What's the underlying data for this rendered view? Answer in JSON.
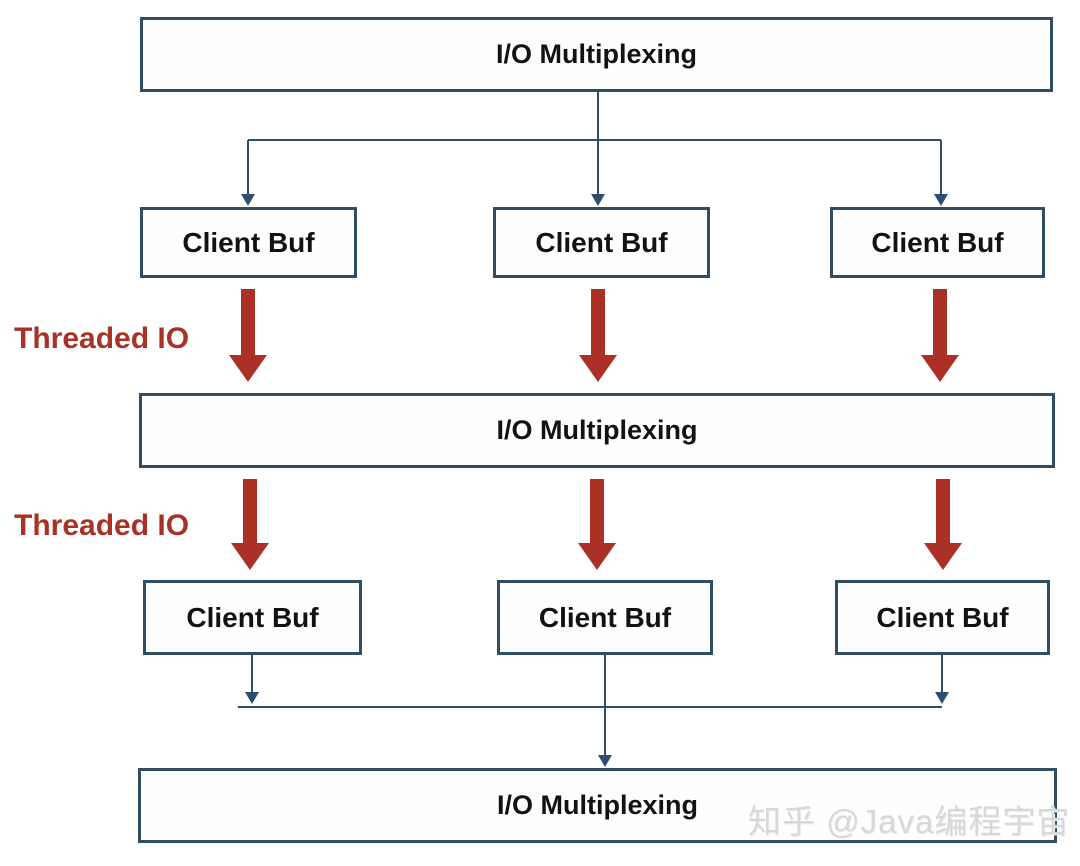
{
  "diagram": {
    "top_box": {
      "label": "I/O Multiplexing"
    },
    "row1_boxes": [
      {
        "label": "Client Buf"
      },
      {
        "label": "Client Buf"
      },
      {
        "label": "Client Buf"
      }
    ],
    "threaded_io_labels": [
      "Threaded IO",
      "Threaded IO"
    ],
    "middle_box": {
      "label": "I/O Multiplexing"
    },
    "row2_boxes": [
      {
        "label": "Client Buf"
      },
      {
        "label": "Client Buf"
      },
      {
        "label": "Client Buf"
      }
    ],
    "bottom_box": {
      "label": "I/O Multiplexing"
    }
  },
  "watermark": "知乎 @Java编程宇宙",
  "colors": {
    "box_border": "#2f4e63",
    "connector_blue": "#2c4f6d",
    "arrow_red": "#ab3126",
    "label_red": "#a93226",
    "text_black": "#121212",
    "watermark_gray": "#d8d8d8"
  }
}
